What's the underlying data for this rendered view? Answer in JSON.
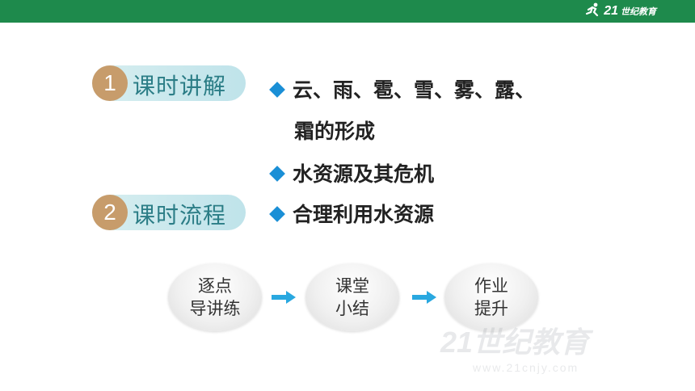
{
  "header": {
    "logo_number": "21",
    "logo_text": "世纪教育"
  },
  "sections": [
    {
      "number": "1",
      "label": "课时讲解"
    },
    {
      "number": "2",
      "label": "课时流程"
    }
  ],
  "bullets": [
    {
      "line1": "云、雨、雹、雪、雾、露、",
      "line2": "霜的形成"
    },
    {
      "line1": "水资源及其危机"
    },
    {
      "line1": "合理利用水资源"
    }
  ],
  "flow": [
    {
      "label": "逐点\n导讲练"
    },
    {
      "label": "课堂\n小结"
    },
    {
      "label": "作业\n提升"
    }
  ],
  "watermark": {
    "big": "21世纪教育",
    "small": "www.21cnjy.com"
  },
  "colors": {
    "topbar": "#1e8a4c",
    "diamond": "#1a8fd6",
    "badge_circle": "#c79c6b",
    "arrow": "#29a8e0"
  }
}
